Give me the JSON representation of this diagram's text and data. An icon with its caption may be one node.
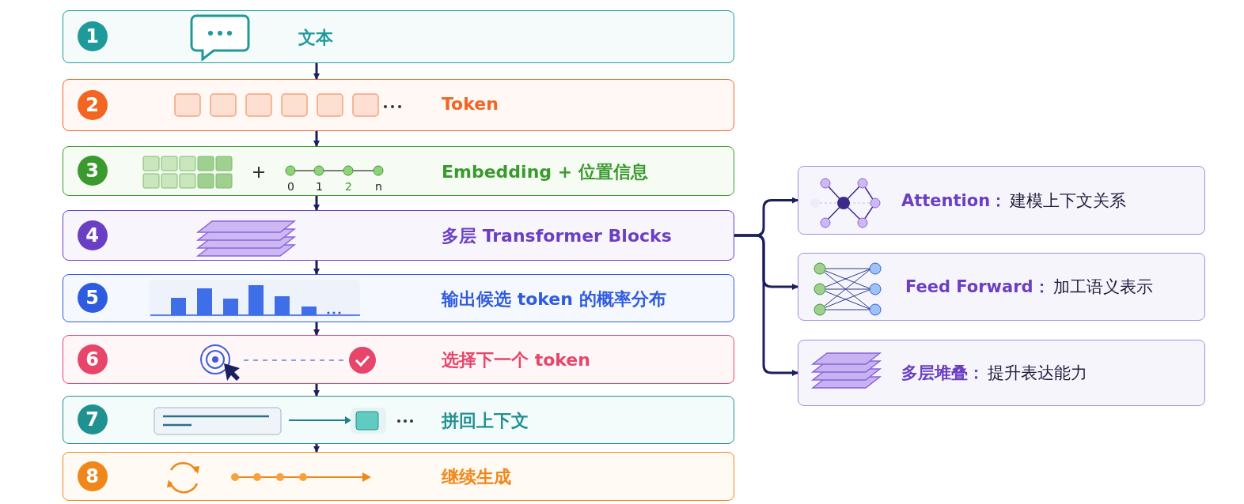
{
  "diagram": {
    "nodes": [
      {
        "text": [
          "文本"
        ]
      },
      {
        "text": [
          "1"
        ],
        "in": 0
      },
      {
        "text": [
          "Token"
        ]
      },
      {
        "text": [
          "2"
        ],
        "in": 2
      },
      {
        "text": [
          "Embedding + 位置信息"
        ]
      },
      {
        "text": [
          "3"
        ],
        "in": 4
      },
      {
        "text": [
          "多层 Transformer Blocks"
        ]
      },
      {
        "text": [
          "4"
        ],
        "in": 6
      },
      {
        "text": [
          "输出候选 token 的概率分布"
        ]
      },
      {
        "text": [
          "5"
        ],
        "in": 8
      },
      {
        "text": [
          "选择下一个 token"
        ]
      },
      {
        "text": [
          "6"
        ],
        "in": 10
      },
      {
        "text": [
          "拼回上下文"
        ]
      },
      {
        "text": [
          "7"
        ],
        "in": 12
      },
      {
        "text": [
          "继续生成"
        ]
      },
      {
        "text": [
          "8"
        ],
        "in": 14
      },
      {
        "text": [
          "Attention：",
          "建模上下文关系"
        ]
      },
      {
        "text": [
          "Feed Forward：",
          "加工语义表示"
        ]
      },
      {
        "text": [
          "多层堆叠：",
          "提升表达能力"
        ]
      }
    ],
    "edges": [
      {
        "from": 0,
        "to": 2,
        "arrow": "to"
      },
      {
        "from": 2,
        "to": 4,
        "arrow": "to"
      },
      {
        "from": 4,
        "to": 6,
        "arrow": "to"
      },
      {
        "from": 6,
        "to": 8,
        "arrow": "to"
      },
      {
        "from": 8,
        "to": 10,
        "arrow": "to"
      },
      {
        "from": 10,
        "to": 12,
        "arrow": "to"
      },
      {
        "from": 12,
        "to": 14,
        "arrow": "to"
      },
      {
        "from": 6,
        "to": 16,
        "arrow": "to"
      },
      {
        "from": 6,
        "to": 17,
        "arrow": "to"
      },
      {
        "from": 6,
        "to": 18,
        "arrow": "to"
      }
    ],
    "labels": [
      "0",
      "1",
      "2",
      "n"
    ]
  }
}
